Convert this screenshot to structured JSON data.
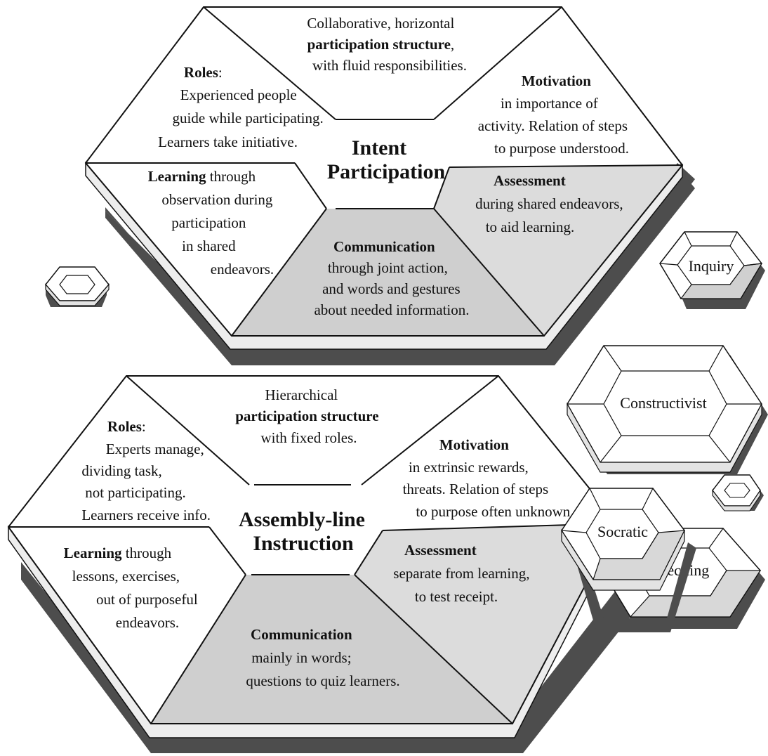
{
  "colors": {
    "shadow": "#4d4d4d",
    "bottom_sector": "#cfcfcf",
    "right_sector": "#dcdcdc",
    "edge": "#9a9a9a",
    "line": "#111111",
    "paper": "#ffffff"
  },
  "top_hexagon": {
    "center_line1": "Intent",
    "center_line2": "Participation",
    "structure": {
      "line1": "Collaborative, horizontal",
      "bold": "participation structure",
      "tail": ",",
      "line3": "with fluid responsibilities."
    },
    "roles": {
      "bold": "Roles",
      "tail": ":",
      "line2": "Experienced people",
      "line3": "guide while participating.",
      "line4": "Learners take initiative."
    },
    "motivation": {
      "bold": "Motivation",
      "line2": "in importance of",
      "line3": "activity. Relation of steps",
      "line4": "to purpose understood."
    },
    "learning": {
      "bold": "Learning",
      "tail": " through",
      "line2": "observation during",
      "line3": "participation",
      "line4": "in shared",
      "line5": "endeavors."
    },
    "assessment": {
      "bold": "Assessment",
      "line2": "during shared endeavors,",
      "line3": "to aid learning."
    },
    "communication": {
      "bold": "Communication",
      "line2": "through joint action,",
      "line3": "and words and gestures",
      "line4": "about needed information."
    }
  },
  "bottom_hexagon": {
    "center_line1": "Assembly-line",
    "center_line2": "Instruction",
    "structure": {
      "line1": "Hierarchical",
      "bold": "participation  structure",
      "line3": "with fixed roles."
    },
    "roles": {
      "bold": "Roles",
      "tail": ":",
      "line2": "Experts manage,",
      "line3": "dividing task,",
      "line4": "not participating.",
      "line5": "Learners receive info."
    },
    "motivation": {
      "bold": "Motivation",
      "line2": "in extrinsic rewards,",
      "line3": "threats.  Relation of steps",
      "line4": "to purpose often unknown."
    },
    "learning": {
      "bold": "Learning",
      "tail": " through",
      "line2": "lessons, exercises,",
      "line3": "out of purposeful",
      "line4": "endeavors."
    },
    "assessment": {
      "bold": "Assessment",
      "line2": "separate from learning,",
      "line3": "to test receipt."
    },
    "communication": {
      "bold": "Communication",
      "line2": "mainly in words;",
      "line3": "questions to quiz learners."
    }
  },
  "gems": {
    "inquiry": "Inquiry",
    "constructivist": "Constructivist",
    "reciting": "Reciting",
    "socratic": "Socratic"
  }
}
